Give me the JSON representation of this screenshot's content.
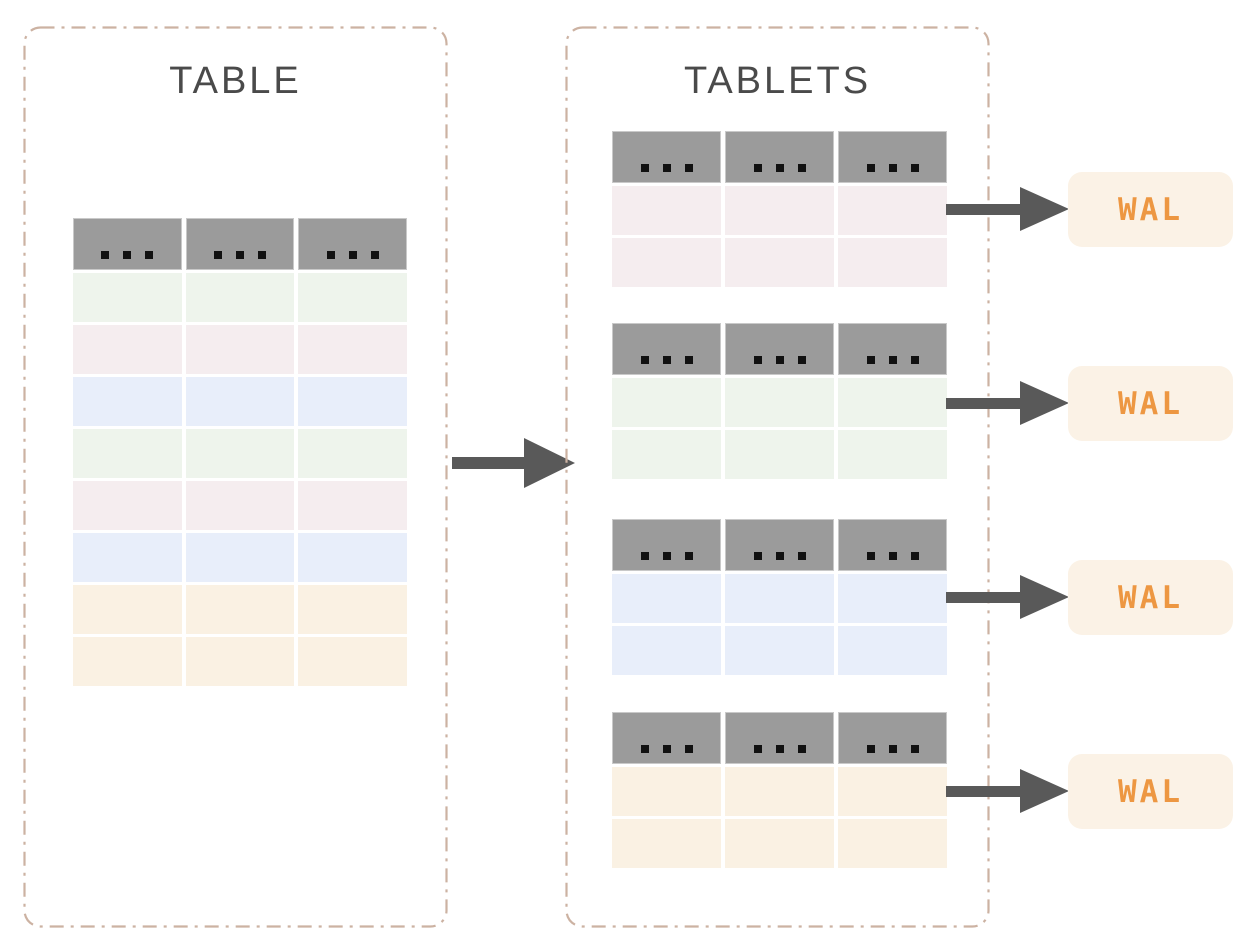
{
  "panels": {
    "table_panel": {
      "title": "TABLE"
    },
    "tablets_panel": {
      "title": "TABLETS"
    }
  },
  "header_placeholder": "...",
  "source_table": {
    "columns": 3,
    "rows": [
      "green",
      "pink",
      "blue",
      "green",
      "pink",
      "blue",
      "orange",
      "orange"
    ]
  },
  "tablets": [
    {
      "columns": 3,
      "rows": [
        "pink",
        "pink"
      ]
    },
    {
      "columns": 3,
      "rows": [
        "green",
        "green"
      ]
    },
    {
      "columns": 3,
      "rows": [
        "blue",
        "blue"
      ]
    },
    {
      "columns": 3,
      "rows": [
        "orange",
        "orange"
      ]
    }
  ],
  "wal": {
    "items": [
      {
        "label": "WAL"
      },
      {
        "label": "WAL"
      },
      {
        "label": "WAL"
      },
      {
        "label": "WAL"
      }
    ]
  },
  "colors": {
    "header": "#9b9b9b",
    "green": "#eef4ec",
    "pink": "#f5edef",
    "blue": "#e8eefa",
    "orange": "#faf1e3",
    "wal_bg": "#fbf2e6",
    "wal_text": "#ed9742",
    "arrow": "#595959",
    "border": "#ccb2a2",
    "title_text": "#4a4a4a",
    "dots": "#111111"
  }
}
